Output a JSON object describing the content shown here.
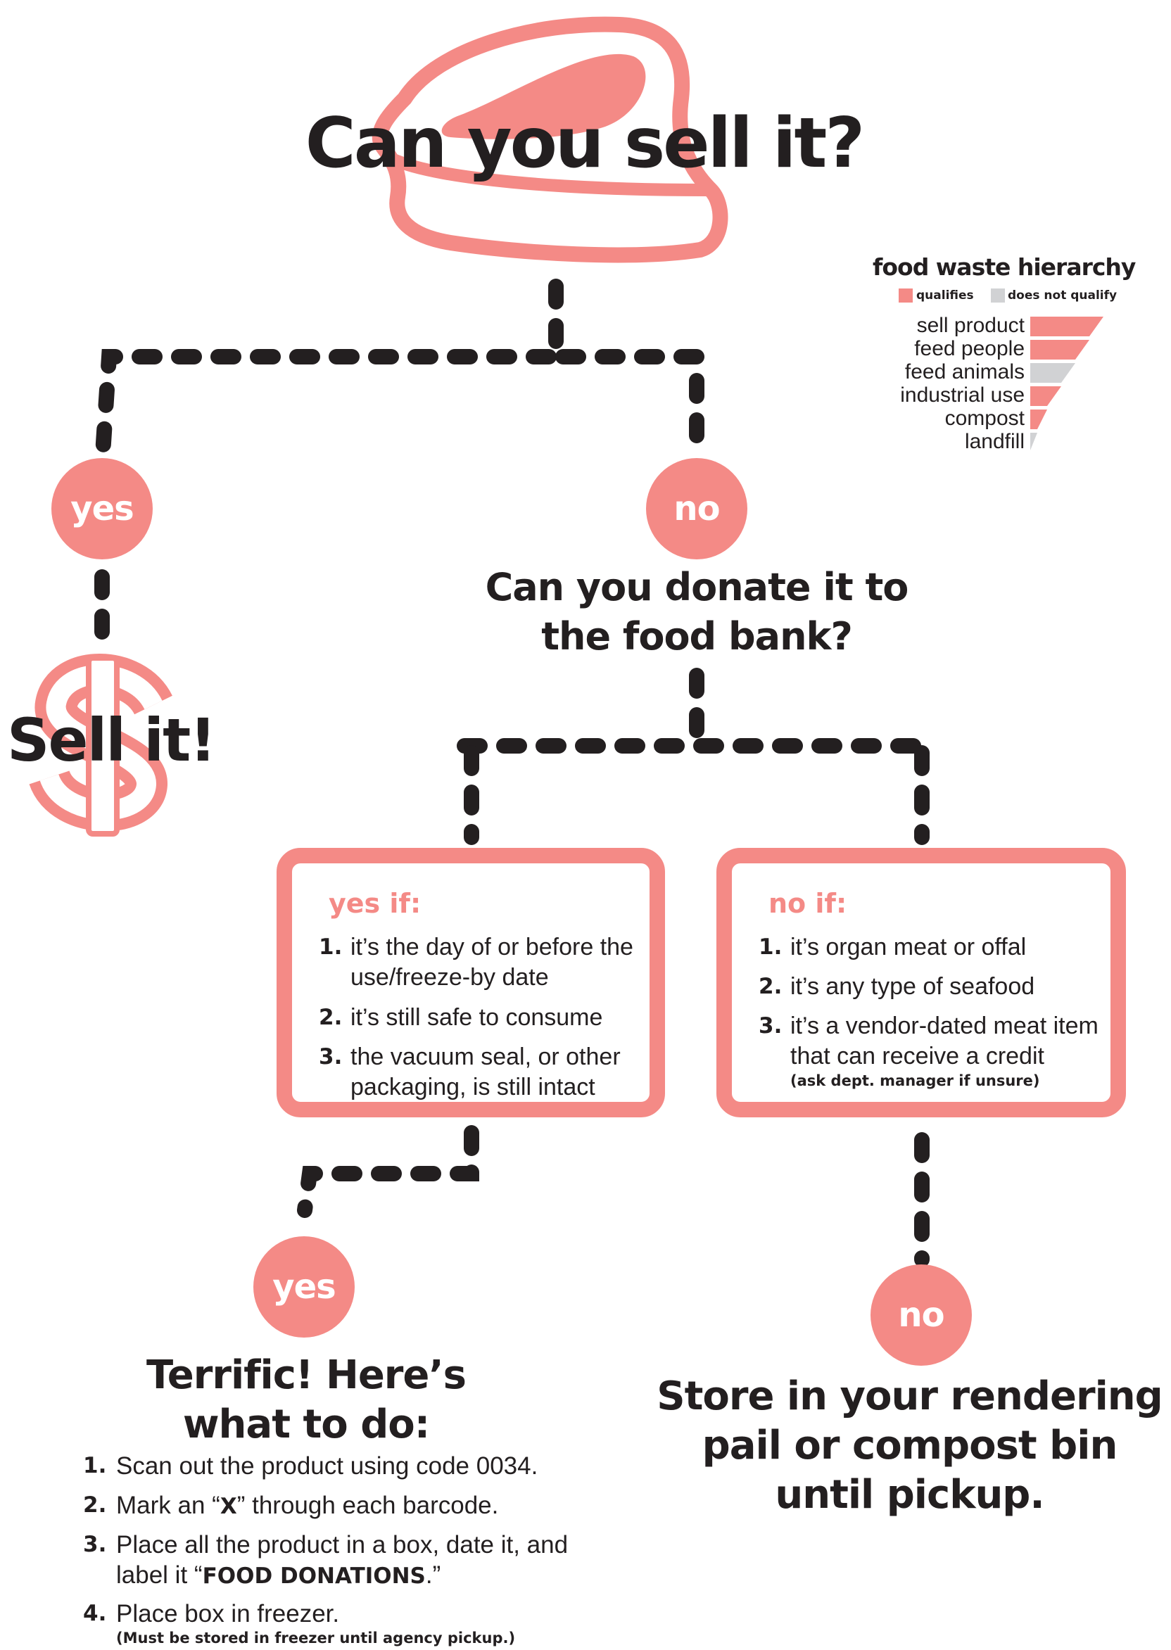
{
  "colors": {
    "accent": "#f48a86",
    "gray": "#d1d2d4",
    "ink": "#231f20"
  },
  "icons": {
    "top": "steak-icon",
    "sell": "dollar-sign-icon"
  },
  "title": "Can you sell it?",
  "branch1": {
    "yes": "yes",
    "no": "no",
    "sell": "Sell it!"
  },
  "question2": {
    "line1": "Can you donate it to",
    "line2": "the food bank?"
  },
  "yes_box": {
    "title": "yes if:",
    "items": [
      {
        "num": "1.",
        "line1": "it’s the day of or before the",
        "line2": "use/freeze-by date"
      },
      {
        "num": "2.",
        "line1": "it’s still safe to consume"
      },
      {
        "num": "3.",
        "line1": "the vacuum seal, or other",
        "line2": "packaging, is still intact"
      }
    ]
  },
  "no_box": {
    "title": "no if:",
    "items": [
      {
        "num": "1.",
        "line1": "it’s organ meat or offal"
      },
      {
        "num": "2.",
        "line1": "it’s any type of seafood"
      },
      {
        "num": "3.",
        "line1": "it’s a vendor-dated meat item",
        "line2": "that can receive a credit",
        "note": "(ask dept. manager if unsure)"
      }
    ]
  },
  "branch2": {
    "yes": "yes",
    "no": "no"
  },
  "terrific": {
    "line1": "Terrific! Here’s",
    "line2": "what to do:"
  },
  "steps": [
    {
      "num": "1.",
      "text": "Scan out the product using code 0034."
    },
    {
      "num": "2.",
      "pre": "Mark an “",
      "bold": "X",
      "post": "” through each barcode."
    },
    {
      "num": "3.",
      "line1": "Place all the product in a box, date it, and",
      "pre": "label it “",
      "bold": "FOOD DONATIONS",
      "post": ".”"
    },
    {
      "num": "4.",
      "text": "Place box in freezer.",
      "note": "(Must be stored in freezer until agency pickup.)"
    }
  ],
  "store": {
    "line1": "Store in your rendering",
    "line2": "pail or compost bin",
    "line3": "until pickup."
  },
  "legend": {
    "title": "food waste hierarchy",
    "qualifies": "qualifies",
    "not_qualify": "does not qualify",
    "tiers": [
      {
        "label": "sell product",
        "qualifies": true
      },
      {
        "label": "feed people",
        "qualifies": true
      },
      {
        "label": "feed animals",
        "qualifies": false
      },
      {
        "label": "industrial use",
        "qualifies": true
      },
      {
        "label": "compost",
        "qualifies": true
      },
      {
        "label": "landfill",
        "qualifies": false
      }
    ]
  }
}
